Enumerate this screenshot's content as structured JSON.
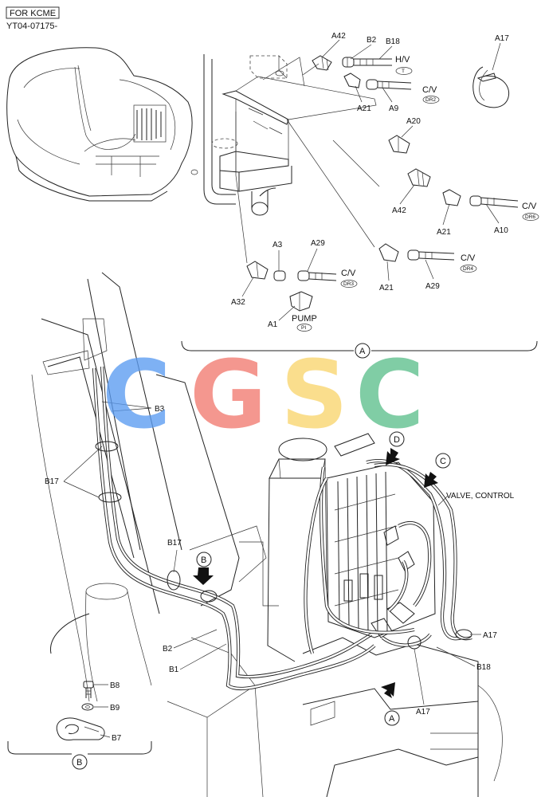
{
  "header": {
    "badge": "FOR KCME",
    "doc_code": "YT04-07175-"
  },
  "watermark": {
    "letters": [
      "C",
      "G",
      "S",
      "C"
    ],
    "colors": [
      "#5b9cf2",
      "#f27a70",
      "#f9d56e",
      "#5dbf8c"
    ]
  },
  "detail_A": {
    "circle": "A",
    "parts": {
      "a42_top": "A42",
      "b2": "B2",
      "b18": "B18",
      "hv": "H/V",
      "hv_tag": "T",
      "a21_top": "A21",
      "a9": "A9",
      "cv1": "C/V",
      "cv1_tag": "DR2",
      "a17": "A17",
      "a20": "A20",
      "a42_mid": "A42",
      "a21_mid": "A21",
      "a10": "A10",
      "cv2": "C/V",
      "cv2_tag": "DR6",
      "a3": "A3",
      "a29_left": "A29",
      "cv3": "C/V",
      "cv3_tag": "DR3",
      "a32": "A32",
      "a1": "A1",
      "pump": "PUMP",
      "pump_tag": "PI",
      "a21_low": "A21",
      "a29_right": "A29",
      "cv4": "C/V",
      "cv4_tag": "DR4"
    }
  },
  "main_view": {
    "b3": "B3",
    "b17_left": "B17",
    "b17_mid": "B17",
    "b2": "B2",
    "b1": "B1",
    "b18": "B18",
    "a17_right": "A17",
    "a17_low": "A17",
    "valve": "VALVE, CONTROL",
    "circle_b": "B",
    "circle_c": "C",
    "circle_d": "D",
    "circle_a": "A"
  },
  "detail_B": {
    "circle": "B",
    "b8": "B8",
    "b9": "B9",
    "b7": "B7"
  }
}
